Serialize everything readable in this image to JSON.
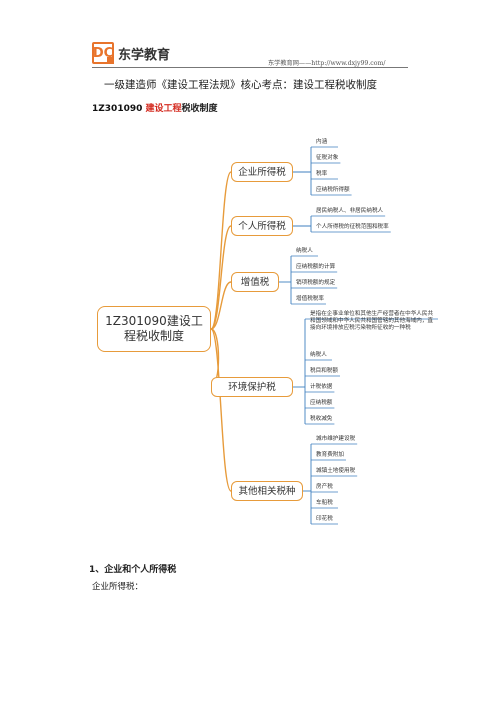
{
  "header": {
    "logo_mark": "DC",
    "logo_text": "东学教育",
    "url_line": "东学教育网——http://www.dxjy99.com/"
  },
  "doc_title": "一级建造师《建设工程法规》核心考点：建设工程税收制度",
  "section": {
    "code": "1Z301090 ",
    "title_red": "建设工程",
    "title_rest": "税收制度"
  },
  "mindmap": {
    "root": "1Z301090建设工程税收制度",
    "branches": [
      {
        "label": "企业所得税",
        "leaves": [
          "内涵",
          "征税对象",
          "税率",
          "应纳税所得额"
        ]
      },
      {
        "label": "个人所得税",
        "leaves": [
          "居民纳税人、非居民纳税人",
          "个人所得税的征税范围和税率"
        ]
      },
      {
        "label": "增值税",
        "leaves": [
          "纳税人",
          "应纳税额的计算",
          "销项税额的规定",
          "增值税税率"
        ]
      },
      {
        "label": "环境保护税",
        "leaves": [
          "是指在企事业单位和其他生产经营者在中华人民共和国领域和中华人民共和国管辖的其他海域内，直接向环境排放应税污染物所征收的一种税",
          "纳税人",
          "税目和税额",
          "计税依据",
          "应纳税额",
          "税收减免"
        ]
      },
      {
        "label": "其他相关税种",
        "leaves": [
          "城市维护建设税",
          "教育费附加",
          "城镇土地使用税",
          "房产税",
          "车船税",
          "印花税"
        ]
      }
    ]
  },
  "subsection": "1、企业和个人所得税",
  "paragraph": "企业所得税："
}
